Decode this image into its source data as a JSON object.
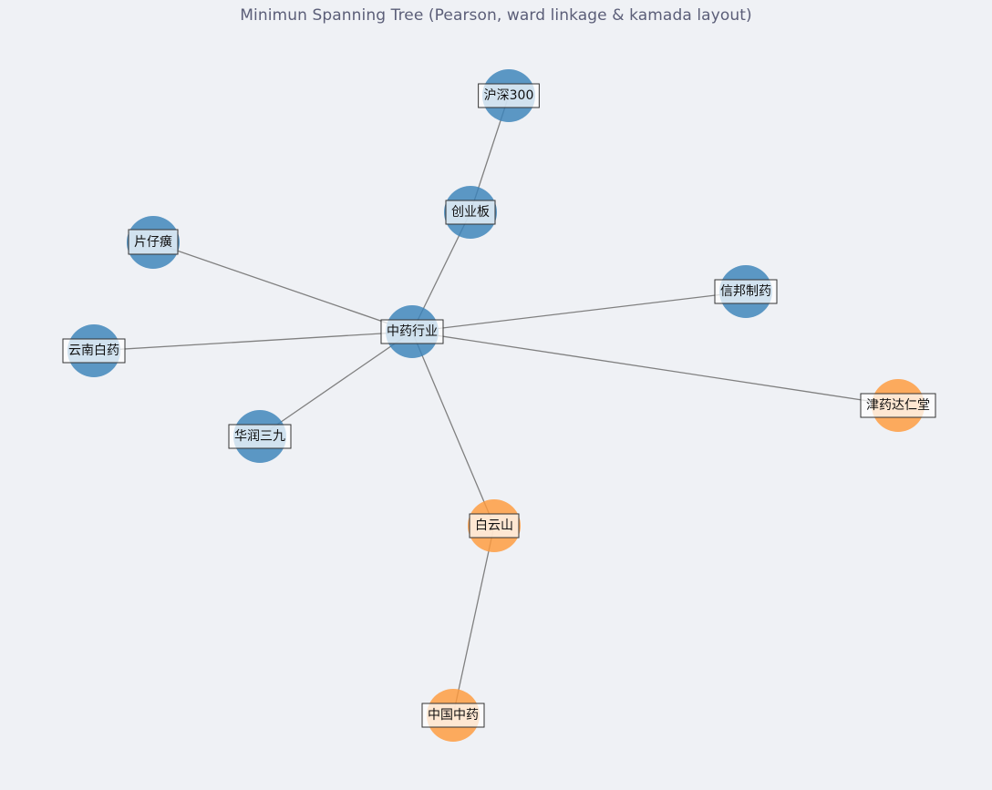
{
  "title": "Minimun Spanning Tree (Pearson, ward linkage & kamada layout)",
  "colors": {
    "blue_node": "#3b82b9",
    "orange_node": "#ff9a3c",
    "edge": "#808080",
    "label_border": "#333333"
  },
  "graph": {
    "nodes": [
      {
        "id": "hs300",
        "label": "沪深300",
        "group": "blue"
      },
      {
        "id": "cyb",
        "label": "创业板",
        "group": "blue"
      },
      {
        "id": "pzh",
        "label": "片仔癀",
        "group": "blue"
      },
      {
        "id": "zyhy",
        "label": "中药行业",
        "group": "blue"
      },
      {
        "id": "xbzy",
        "label": "信邦制药",
        "group": "blue"
      },
      {
        "id": "ynby",
        "label": "云南白药",
        "group": "blue"
      },
      {
        "id": "hrsj",
        "label": "华润三九",
        "group": "blue"
      },
      {
        "id": "jydrt",
        "label": "津药达仁堂",
        "group": "orange"
      },
      {
        "id": "bys",
        "label": "白云山",
        "group": "orange"
      },
      {
        "id": "zgzy",
        "label": "中国中药",
        "group": "orange"
      }
    ],
    "edges": [
      {
        "source": "hs300",
        "target": "cyb"
      },
      {
        "source": "cyb",
        "target": "zyhy"
      },
      {
        "source": "pzh",
        "target": "zyhy"
      },
      {
        "source": "xbzy",
        "target": "zyhy"
      },
      {
        "source": "ynby",
        "target": "zyhy"
      },
      {
        "source": "hrsj",
        "target": "zyhy"
      },
      {
        "source": "jydrt",
        "target": "zyhy"
      },
      {
        "source": "bys",
        "target": "zyhy"
      },
      {
        "source": "zgzy",
        "target": "bys"
      }
    ]
  }
}
